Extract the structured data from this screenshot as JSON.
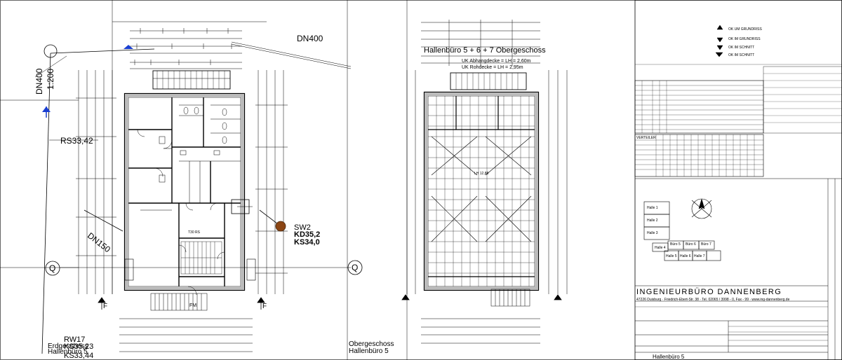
{
  "labels": {
    "dn400_top": "DN400",
    "dn400_rotated": "DN400",
    "scale_rotated": "1:200",
    "rs_label": "RS33,42",
    "dn150": "DN150",
    "sw2": "SW2",
    "kd": "KD35,2",
    "ks": "KS34,0",
    "q_left": "Q",
    "q_mid": "Q",
    "rw17": "RW17",
    "rw_level": "Erdgeschoss",
    "rw_ks35": "KS35,23",
    "rw_hall": "Hallenbüro 5",
    "rw_ks33": "KS33,44",
    "og_caption_1": "Obergeschoss",
    "og_caption_2": "Hallenbüro 5",
    "og_title": "Hallenbüro 5 + 6 + 7 Obergeschoss",
    "og_sub1": "UK Abhangdecke = LH = 2,60m",
    "og_sub2": "UK Rohdecke = LH = 2,95m",
    "section_f": "F",
    "fm": "FM",
    "t30": "T30 RS",
    "lh": "LH 12,88"
  },
  "title_block": {
    "company": "INGENIEURBÜRO DANNENBERG",
    "address": "47226 Duisburg · Friedrich-Ebert-Str. 38 · Tel. 02065 / 3998 - 0, Fax - 99 · www.ing-dannenberg.de",
    "verteiler": "VERTEILER",
    "project": "Hallenbüro 5",
    "legend_marks": [
      "OK UM GRUNDRISS",
      "OK IM GRUNDRISS",
      "OK IM SCHNITT",
      "OK IM SCHNITT"
    ],
    "keyplan": [
      "Halle 1",
      "Halle 2",
      "Halle 3",
      "Büro 5",
      "Büro 6",
      "Büro 7",
      "Halle 4",
      "Halle 5",
      "Halle 6",
      "Halle 7"
    ]
  }
}
